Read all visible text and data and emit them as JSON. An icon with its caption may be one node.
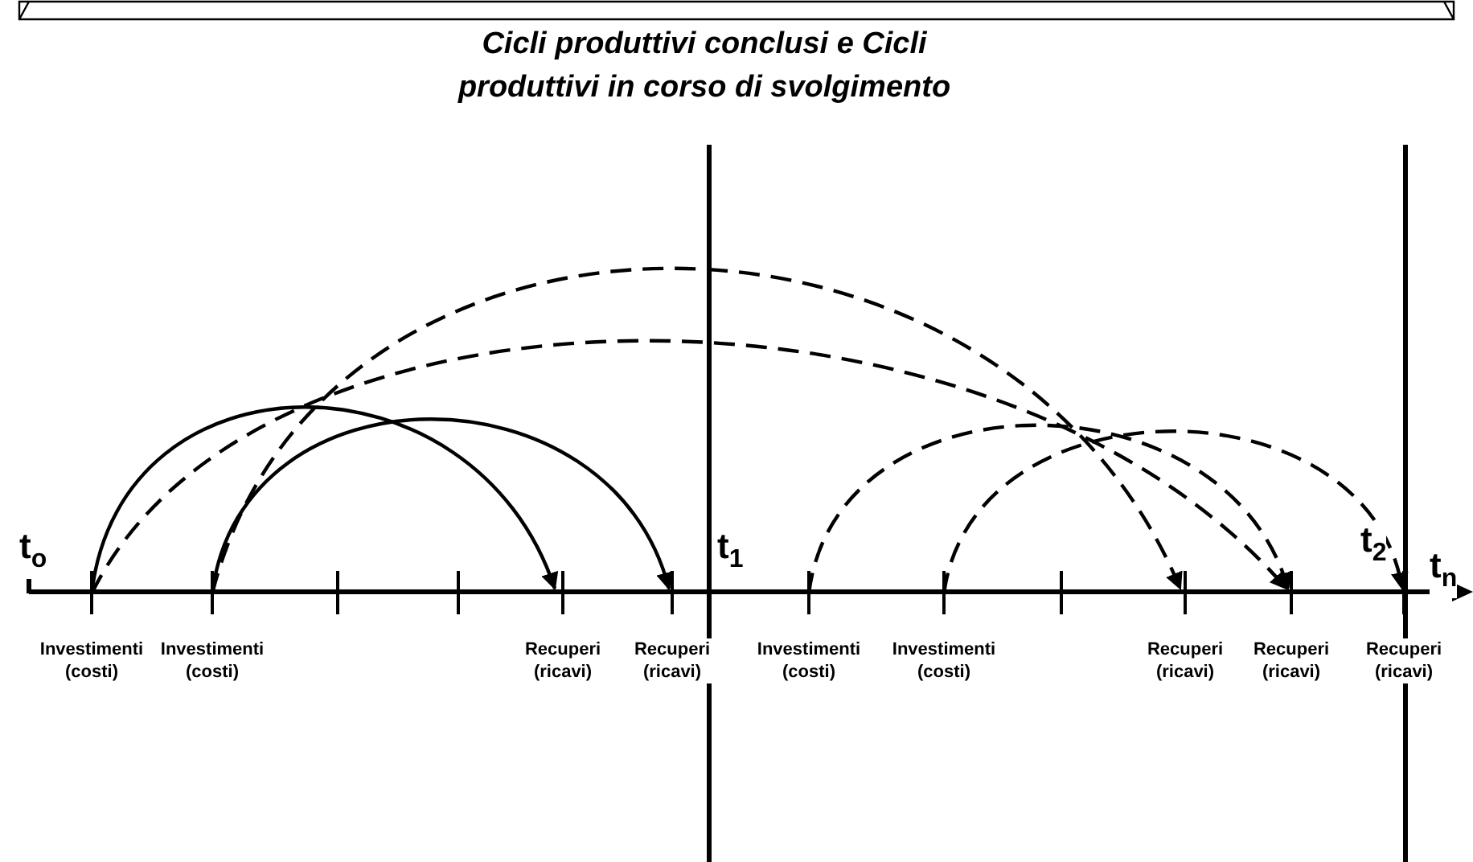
{
  "diagram": {
    "title": "Cicli produttivi conclusi e Cicli produttivi in corso di svolgimento",
    "nodes": [
      {
        "text": [
          "Investimenti (costi)"
        ]
      },
      {
        "text": [
          "Investimenti (costi)"
        ]
      },
      {
        "text": [
          "Recuperi (ricavi)"
        ]
      },
      {
        "text": [
          "Recuperi (ricavi)"
        ]
      },
      {
        "text": [
          "Investimenti (costi)"
        ]
      },
      {
        "text": [
          "Investimenti (costi)"
        ]
      },
      {
        "text": [
          "Recuperi (ricavi)"
        ]
      },
      {
        "text": [
          "Recuperi (ricavi)"
        ]
      },
      {
        "text": [
          "Recuperi (ricavi)"
        ]
      }
    ],
    "edges": [
      {
        "from": 0,
        "to": 2,
        "arrow": "to"
      },
      {
        "from": 1,
        "to": 3,
        "arrow": "to"
      },
      {
        "from": 0,
        "to": 7,
        "arrow": "to",
        "style": "dashed"
      },
      {
        "from": 1,
        "to": 6,
        "arrow": "to",
        "style": "dashed"
      },
      {
        "from": 4,
        "to": 7,
        "arrow": "to",
        "style": "dashed"
      },
      {
        "from": 5,
        "to": 8,
        "arrow": "to",
        "style": "dashed"
      }
    ],
    "labels": [
      "t$_{o}$",
      "t$_{1}$",
      "t$_{2}$",
      "t$_{n}$"
    ]
  }
}
